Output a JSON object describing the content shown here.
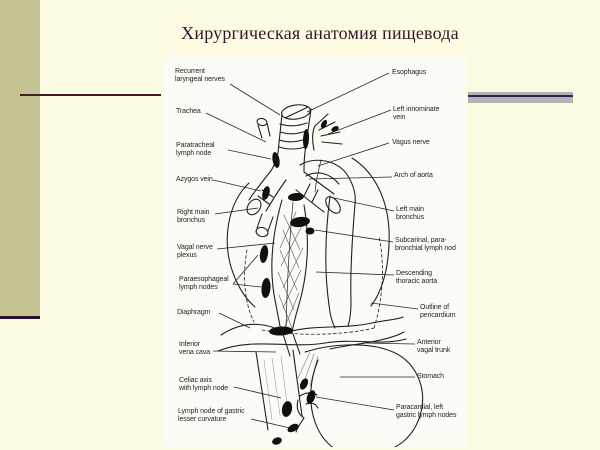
{
  "slide": {
    "title": "Хирургическая анатомия пищевода"
  },
  "colors": {
    "background": "#FDFCE3",
    "bar": "#C5C293",
    "bar_line": "#2A102C",
    "accent_line": "#44192B",
    "band_gray": "#B3B1B8",
    "band_line": "#2E2347",
    "title_text": "#33152B",
    "box_bg": "#FCFCF7",
    "ink": "#1E1E1E"
  },
  "diagram": {
    "left_labels": [
      "Recurrent\nlaryngeal nerves",
      "Trachea",
      "Paratracheal\nlymph node",
      "Azygos vein",
      "Right main\nbronchus",
      "Vagal nerve\nplexus",
      "Paraesophageal\nlymph nodes",
      "Diaphragm",
      "Inferior\nvena cava",
      "Celiac axis\nwith lymph node",
      "Lymph node of gastric\nlesser curvature"
    ],
    "right_labels": [
      "Esophagus",
      "Left innominate\nvein",
      "Vagus nerve",
      "Arch of aorta",
      "Left main\nbronchus",
      "Subcarinal, para-\nbronchial lymph nod",
      "Descending\nthoracic aorta",
      "Outline of\npericardium",
      "Anterior\nvagal trunk",
      "Stomach",
      "Paracardial, left\ngastric lymph nodes"
    ]
  }
}
